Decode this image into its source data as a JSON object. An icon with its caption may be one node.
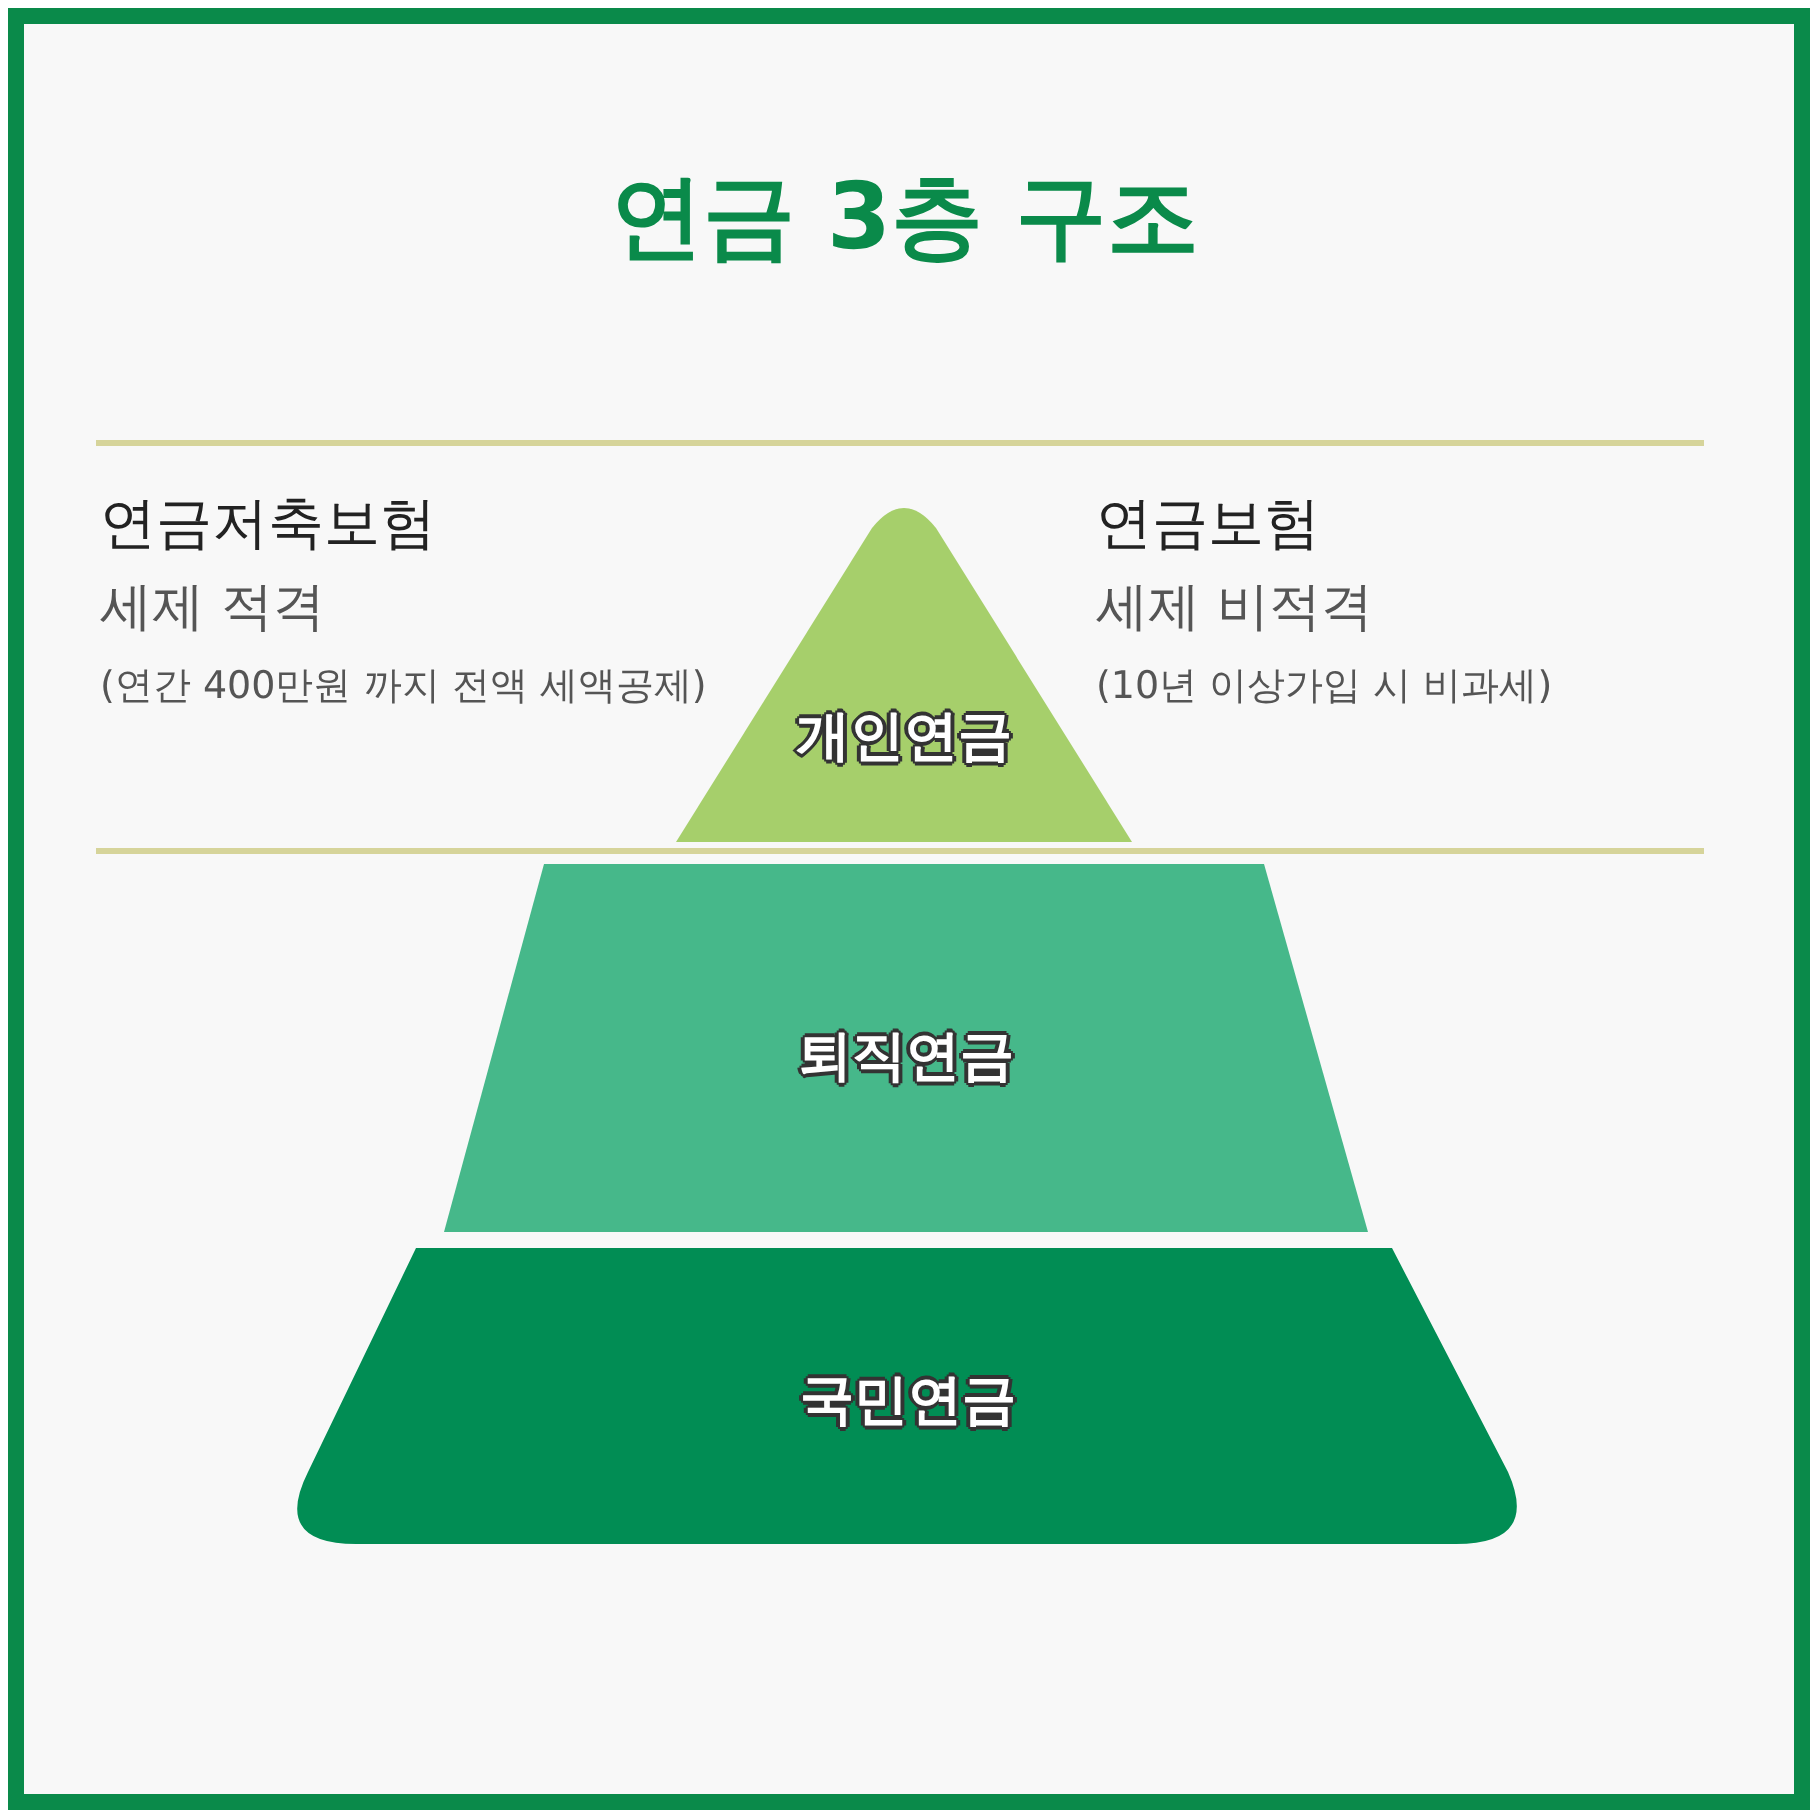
{
  "diagram": {
    "title": "연금 3층 구조",
    "nodes": [
      {
        "text": [
          "개인연금"
        ]
      },
      {
        "text": [
          "퇴직연금"
        ]
      },
      {
        "text": [
          "국민연금"
        ]
      }
    ],
    "labels": [
      "연금저축보험",
      "세제 적격",
      "(연간 400만원 까지 전액 세액공제)",
      "연금보험",
      "세제 비적격",
      "(10년 이상가입 시 비과세)"
    ]
  }
}
